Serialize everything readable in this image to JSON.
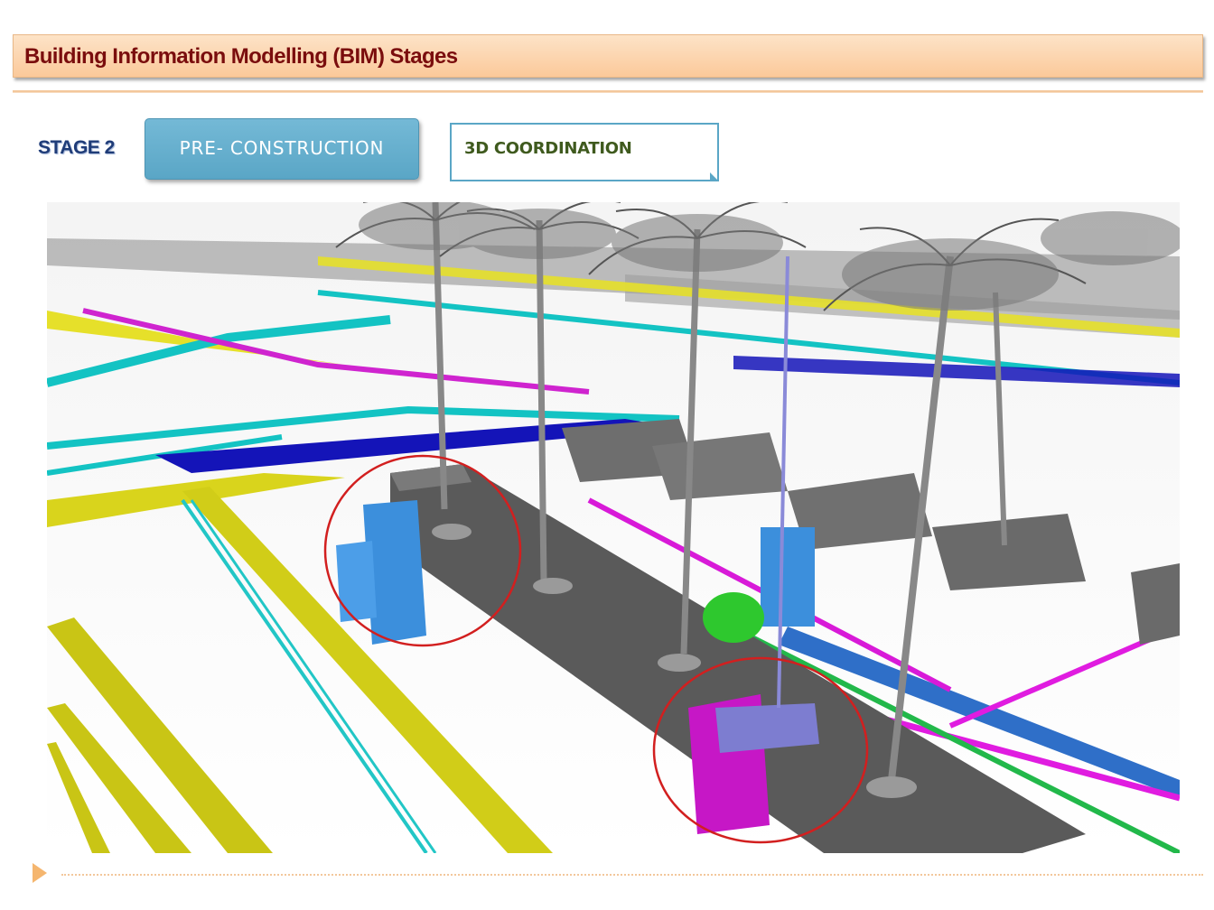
{
  "header": {
    "title": "Building Information Modelling (BIM) Stages"
  },
  "stage": {
    "label": "STAGE 2",
    "phase": "PRE- CONSTRUCTION",
    "activity": "3D COORDINATION"
  },
  "colors": {
    "title_text": "#7a0d0d",
    "title_band": "#fbc99a",
    "accent_blue": "#5aa6c6",
    "stage_text": "#1f3c78",
    "activity_text": "#3f5a1e",
    "highlight_circle": "#d21f1f"
  }
}
